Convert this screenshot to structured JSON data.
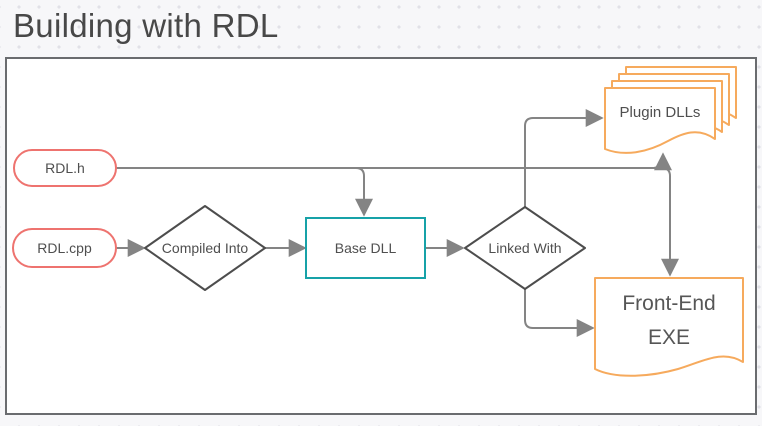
{
  "title": "Building with RDL",
  "colors": {
    "accent_red": "#ee736f",
    "accent_teal": "#17a2a8",
    "accent_orange": "#f6aa5d",
    "connector_gray": "#848484",
    "shape_outline_gray": "#4d4d4d"
  },
  "diagram": {
    "nodes": {
      "rdl_h": {
        "label": "RDL.h",
        "shape": "rounded"
      },
      "rdl_cpp": {
        "label": "RDL.cpp",
        "shape": "rounded"
      },
      "compiled_into": {
        "label": "Compiled Into",
        "shape": "diamond"
      },
      "base_dll": {
        "label": "Base DLL",
        "shape": "rectangle"
      },
      "linked_with": {
        "label": "Linked With",
        "shape": "diamond"
      },
      "plugin_dlls": {
        "label": "Plugin DLLs",
        "shape": "document-stack"
      },
      "front_end_exe": {
        "label": "Front-End EXE",
        "shape": "document"
      }
    },
    "edges": [
      {
        "from": "RDL.cpp",
        "to": "Compiled Into"
      },
      {
        "from": "Compiled Into",
        "to": "Base DLL"
      },
      {
        "from": "Base DLL",
        "to": "Linked With"
      },
      {
        "from": "RDL.h",
        "to": "Base DLL"
      },
      {
        "from": "RDL.h",
        "to": "Plugin DLLs"
      },
      {
        "from": "RDL.h",
        "to": "Front-End EXE"
      },
      {
        "from": "Linked With",
        "to": "Plugin DLLs"
      },
      {
        "from": "Linked With",
        "to": "Front-End EXE"
      }
    ]
  }
}
